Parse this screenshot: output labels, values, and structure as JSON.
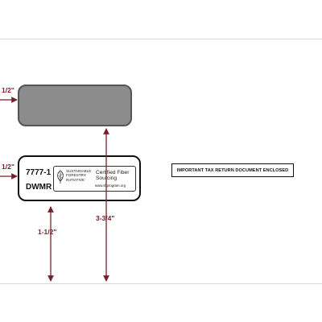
{
  "form": {
    "number": "7777-1",
    "code": "DWMR"
  },
  "certification": {
    "org_line1": "SUSTAINABLE",
    "org_line2": "FORESTRY",
    "org_line3": "INITIATIVE",
    "title": "Certified Fiber Sourcing",
    "url": "www.sfiprogram.org"
  },
  "notice": "IMPORTANT TAX RETURN DOCUMENT ENCLOSED",
  "dimensions": {
    "top_left_margin": "1/2\"",
    "bottom_left_margin": "1/2\"",
    "bottom_window_height": "1-1/2\"",
    "top_window_height": "3-3/4\""
  },
  "colors": {
    "dimension_marks": "#7a1f2b",
    "top_window_fill": "#8c8c8c"
  }
}
